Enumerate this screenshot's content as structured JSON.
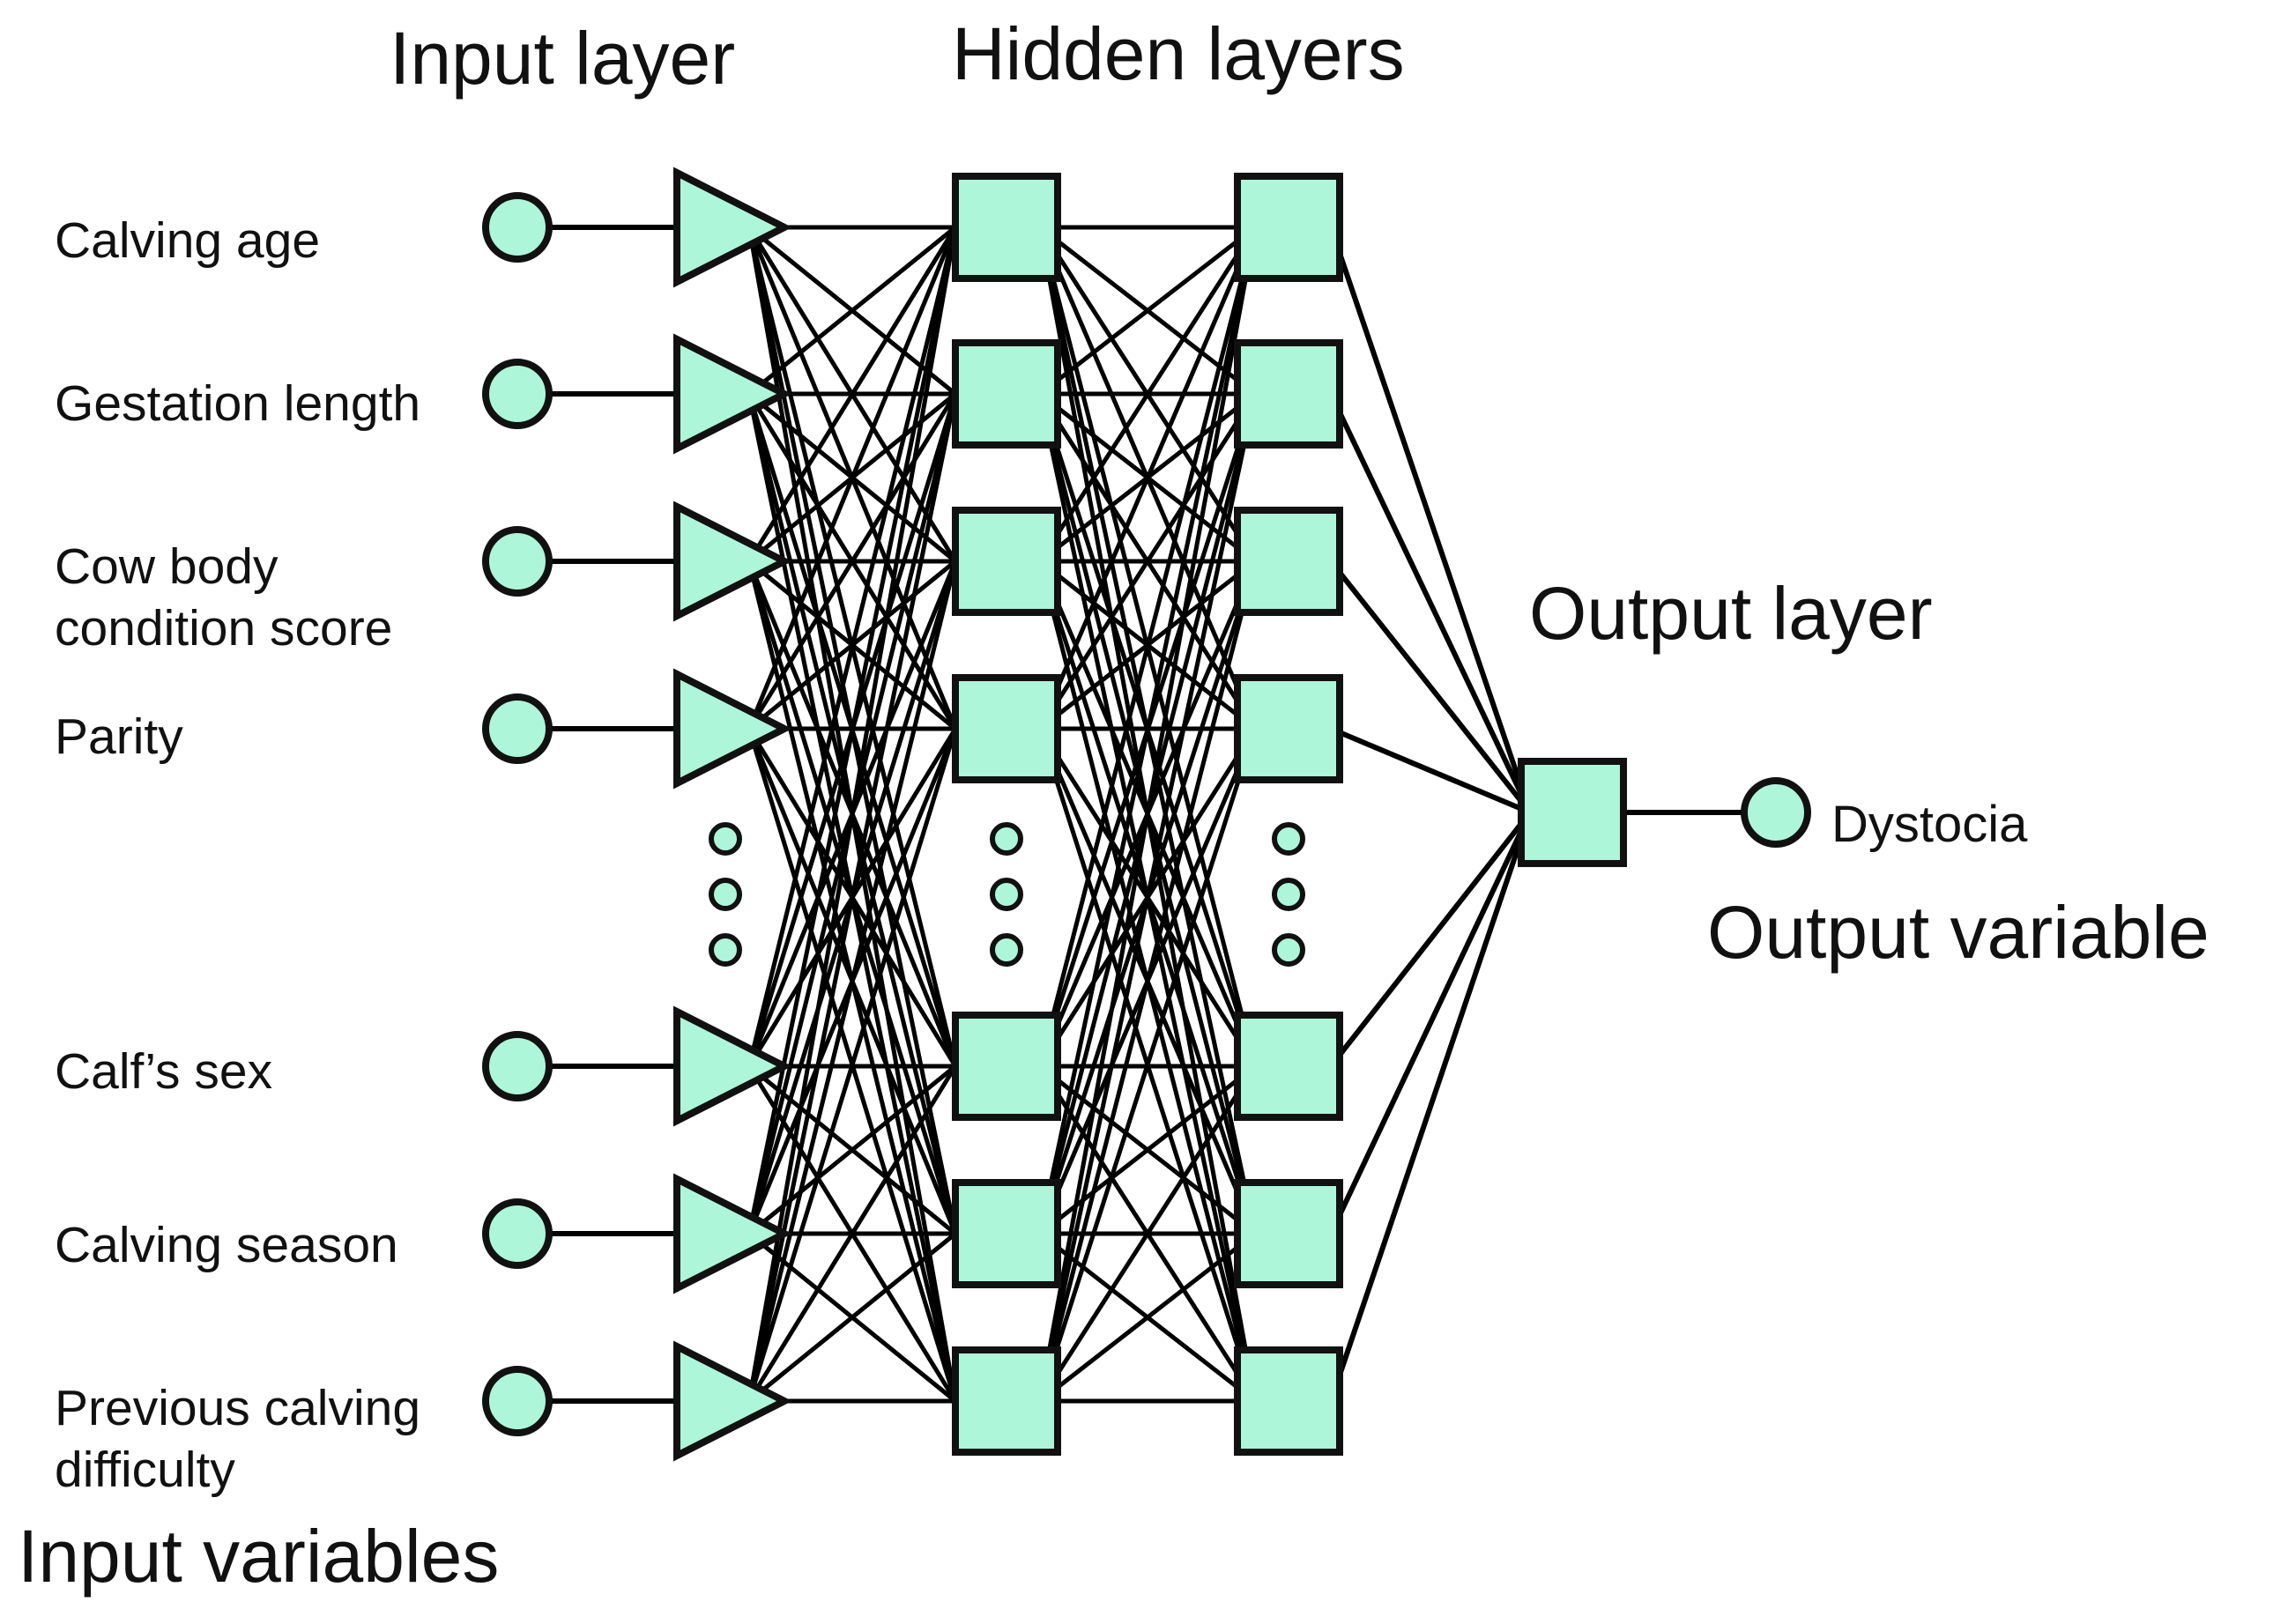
{
  "titles": {
    "input_layer": "Input layer",
    "hidden_layers": "Hidden layers",
    "output_layer": "Output layer",
    "input_variables": "Input variables",
    "output_variable": "Output variable"
  },
  "inputs": [
    {
      "lines": [
        "Calving age"
      ]
    },
    {
      "lines": [
        "Gestation length"
      ]
    },
    {
      "lines": [
        "Cow body",
        "condition score"
      ]
    },
    {
      "lines": [
        "Parity"
      ]
    },
    {
      "lines": [
        "Calf’s sex"
      ]
    },
    {
      "lines": [
        "Calving season"
      ]
    },
    {
      "lines": [
        "Previous calving",
        "difficulty"
      ]
    }
  ],
  "output": {
    "label": "Dystocia"
  },
  "colors": {
    "node_fill": "#aef6da",
    "stroke": "#111111"
  }
}
